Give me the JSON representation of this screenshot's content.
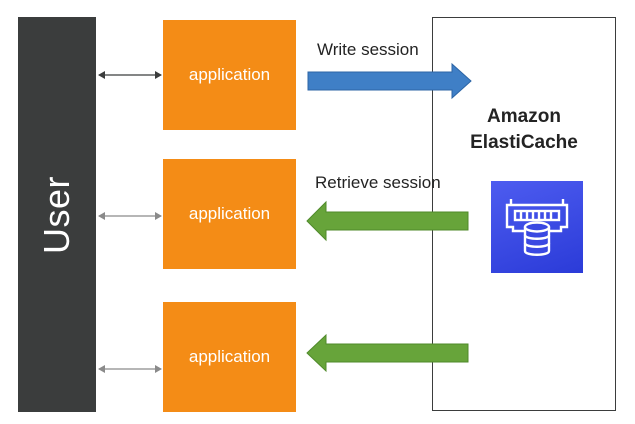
{
  "user": {
    "label": "User"
  },
  "applications": [
    {
      "label": "application"
    },
    {
      "label": "application"
    },
    {
      "label": "application"
    }
  ],
  "cache": {
    "title_line1": "Amazon",
    "title_line2": "ElastiCache",
    "icon": "elasticache-icon"
  },
  "flows": {
    "write_label": "Write session",
    "retrieve_label": "Retrieve session"
  },
  "colors": {
    "user_bar": "#3b3d3d",
    "application": "#f48c16",
    "write_arrow": "#3f7fc6",
    "read_arrow": "#67a43a",
    "cache_icon": "#3a49e2"
  }
}
